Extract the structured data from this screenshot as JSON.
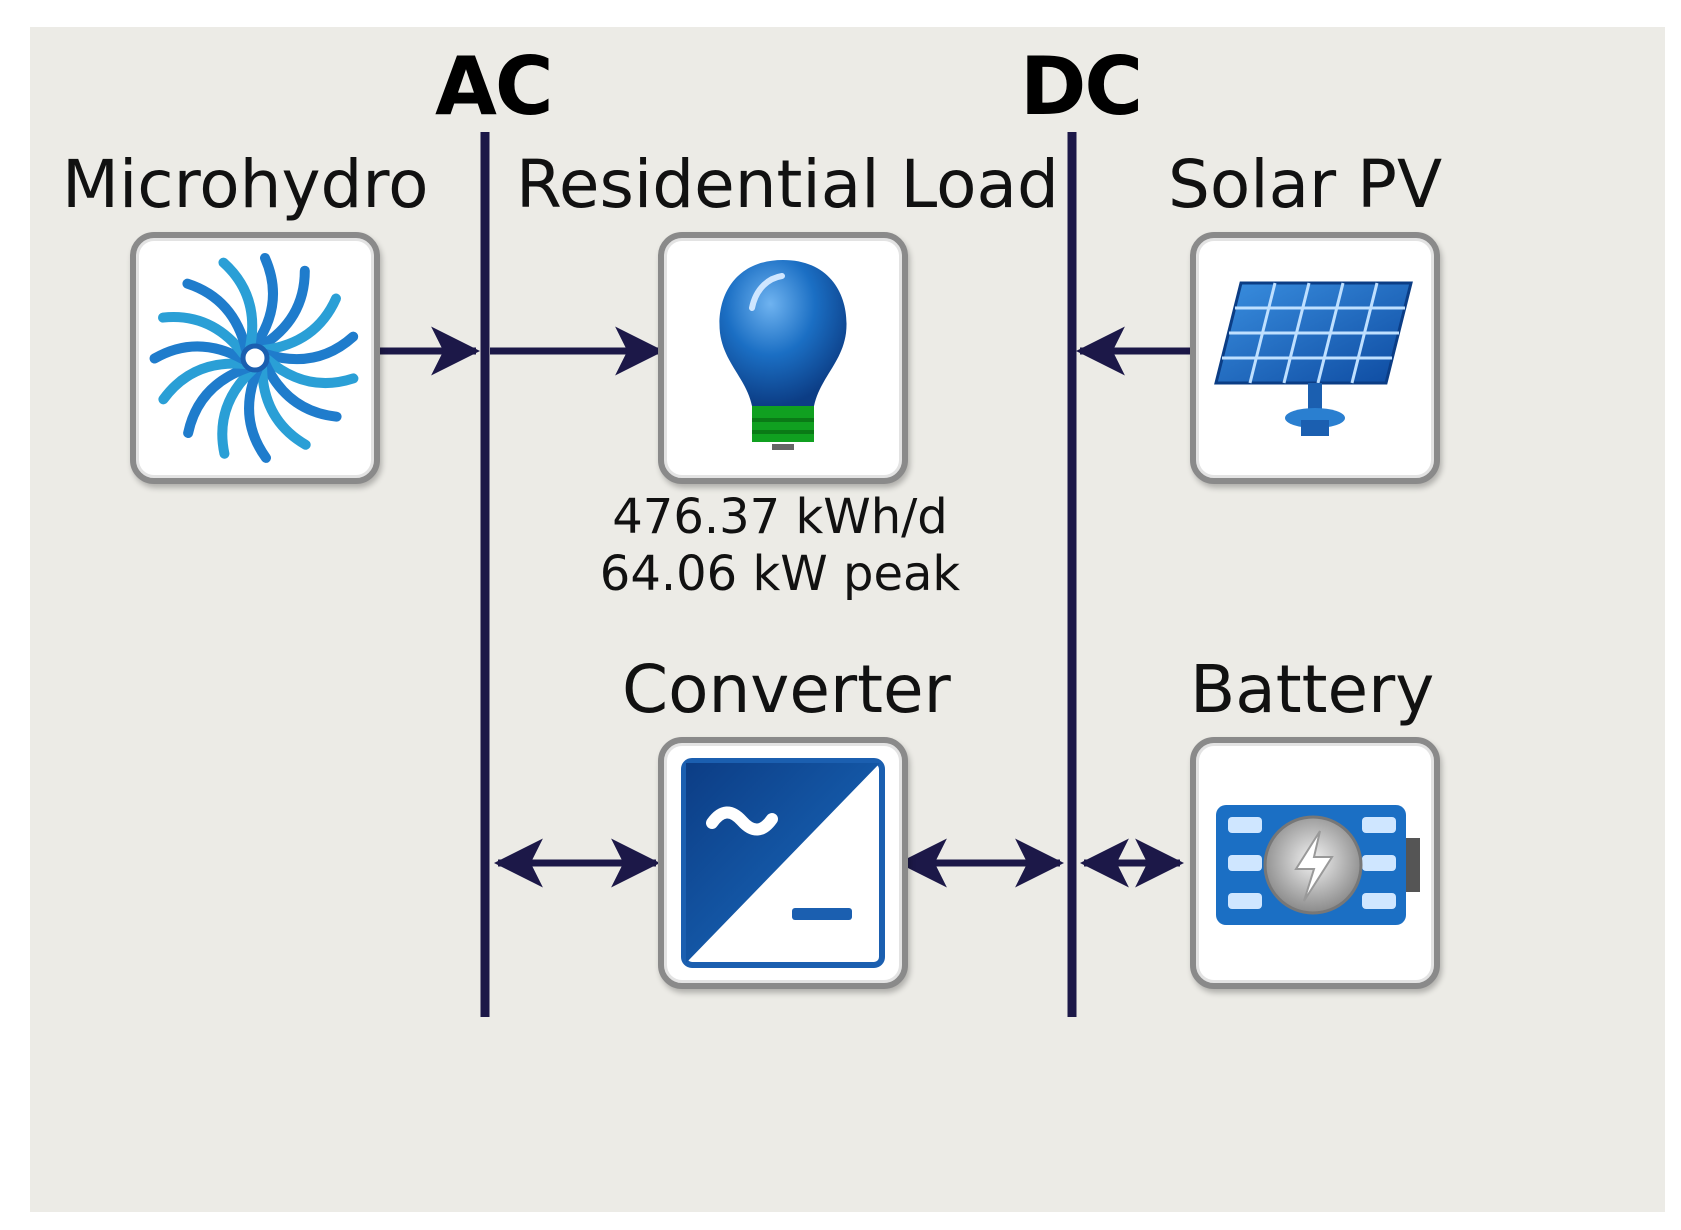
{
  "buses": {
    "ac": "AC",
    "dc": "DC"
  },
  "components": {
    "microhydro": {
      "label": "Microhydro",
      "icon": "turbine-icon"
    },
    "load": {
      "label": "Residential Load",
      "icon": "light-bulb-icon",
      "energy": "476.37 kWh/d",
      "peak": "64.06 kW peak"
    },
    "solar": {
      "label": "Solar PV",
      "icon": "solar-panel-icon"
    },
    "converter": {
      "label": "Converter",
      "icon": "converter-icon"
    },
    "battery": {
      "label": "Battery",
      "icon": "battery-icon"
    }
  },
  "colors": {
    "background": "#ecebe6",
    "bus_line": "#1c1848",
    "icon_blue": "#1b6fc4",
    "bulb_base": "#10a020"
  }
}
